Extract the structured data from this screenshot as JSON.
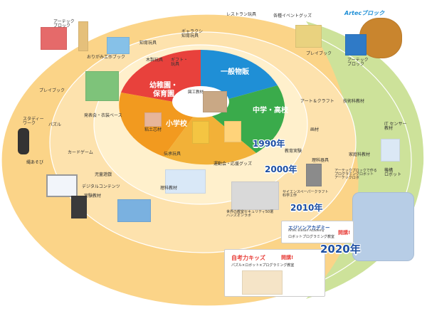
{
  "segments": {
    "kindergarten": "幼稚園・\n保育園",
    "general": "一般物販",
    "junior_high": "中学・高校",
    "elementary": "小学校",
    "center_label": "図工教材"
  },
  "years": {
    "y1990": "1990年",
    "y2000": "2000年",
    "y2010": "2010年",
    "y2020": "2020年"
  },
  "labels": {
    "artec_block": "アーテック\nブロック",
    "origami_book": "おりがみ工作ブック",
    "wood_toys": "木製玩具",
    "intellect_toys": "知育玩具",
    "gift_toys": "ギフト・\n玩具",
    "restaurant_toys": "レストラン玩具",
    "event_goods": "各種イベントグッズ",
    "prize_toys": "ギャラクシ\n知育玩具",
    "play_mat": "プレイブック",
    "artec_block2": "アーテック\nブロック",
    "playbook": "プレイブック",
    "costume": "発表会・衣装ベース",
    "puzzle": "パズル",
    "study_work": "スタディー\nワーク",
    "card_game": "カードゲーム",
    "clay": "粘土芯材",
    "tradition_toys": "伝承玩具",
    "jump_rope": "縄あそび",
    "children_camp": "児童遊戯",
    "digital_content": "デジタルコンテンツ",
    "experiment_kit": "実験教材",
    "science_material": "理科教材",
    "sports_goods": "運動会・応援グッズ",
    "art_craft": "アート＆クラフト",
    "tech_material": "技術科教材",
    "paint": "画材",
    "home_economics": "家庭科教材",
    "it_sensor": "IT センサー\n教材",
    "science_kit": "理科器具",
    "physics_eq": "教育実験",
    "robot": "機構\nロボット",
    "artec_robo_text": "アーテックブロックで作る\nプログラミングロボット\nアーテックロボ",
    "science_book": "サイエンスペーパークラフト\n科学工作",
    "world_science": "世界の教室セキュリティ50選\nハンズオンラボ",
    "edison_academy": "エジソンアカデミー",
    "edison_sub": "Artec Edison Academy",
    "robot_programming": "ロボットプログラミング教室",
    "open_badge": "開講!",
    "jikou_kids": "自考力キッズ",
    "jikou_sub": "パズル×ロボット×プログラミング教室",
    "open_badge2": "開講!",
    "artec_logo": "Artecブロック",
    "artec_prefix": "Artec"
  },
  "colors": {
    "outer": "#fbd79a",
    "middle": "#fde4b4",
    "green": "#cfe39a",
    "inner_ring": "#fff3cf",
    "red": "#e8413c",
    "blue": "#1f8fd6",
    "green_seg": "#3aab4b",
    "orange": "#f29a1f",
    "year_text": "#1d4fa3"
  }
}
